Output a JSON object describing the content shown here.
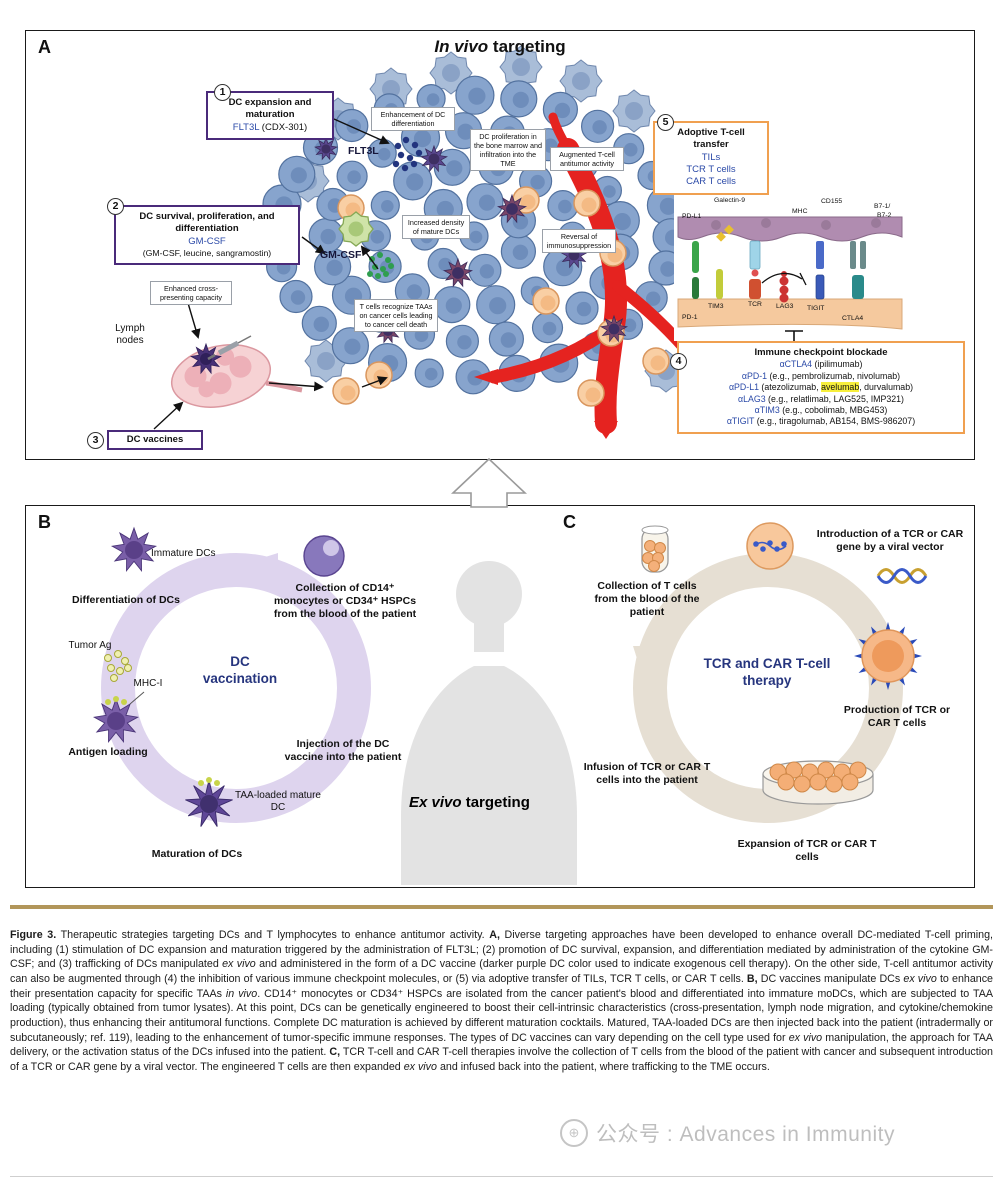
{
  "panelA": {
    "label": "A",
    "title": {
      "italic": "In vivo",
      "rest": " targeting"
    },
    "callout1": {
      "number": "1",
      "title": "DC expansion and maturation",
      "drug": "FLT3L",
      "suffix": " (CDX-301)"
    },
    "callout2": {
      "number": "2",
      "title": "DC survival, proliferation, and differentiation",
      "drug": "GM-CSF",
      "suffix": "(GM-CSF, leucine, sangramostin)"
    },
    "callout3": {
      "number": "3",
      "title": "DC vaccines"
    },
    "callout5": {
      "number": "5",
      "title": "Adoptive T-cell transfer",
      "items": [
        "TILs",
        "TCR T cells",
        "CAR T cells"
      ]
    },
    "callout4": {
      "number": "4",
      "title": "Immune checkpoint blockade",
      "items": [
        {
          "parts": [
            {
              "t": "αCTLA4",
              "c": "blue"
            },
            {
              "t": " (ipilimumab)"
            }
          ]
        },
        {
          "parts": [
            {
              "t": "αPD-1",
              "c": "blue"
            },
            {
              "t": " (e.g., pembrolizumab, nivolumab)"
            }
          ]
        },
        {
          "parts": [
            {
              "t": "αPD-L1",
              "c": "blue"
            },
            {
              "t": " (atezolizumab, "
            },
            {
              "t": "avelumab",
              "hl": true
            },
            {
              "t": ", durvalumab)"
            }
          ]
        },
        {
          "parts": [
            {
              "t": "αLAG3",
              "c": "blue"
            },
            {
              "t": " (e.g., relatlimab, LAG525, IMP321)"
            }
          ]
        },
        {
          "parts": [
            {
              "t": "αTIM3",
              "c": "blue"
            },
            {
              "t": " (e.g., cobolimab, MBG453)"
            }
          ]
        },
        {
          "parts": [
            {
              "t": "αTIGIT",
              "c": "blue"
            },
            {
              "t": " (e.g., tiragolumab, AB154, BMS-986207)"
            }
          ]
        }
      ]
    },
    "tme_labels": {
      "enhancement": "Enhancement of DC differentiation",
      "flt3l": "FLT3L",
      "proliferation": "DC proliferation in the bone marrow and infiltration into the TME",
      "augmented": "Augmented T-cell antitumor activity",
      "density": "Increased density of mature DCs",
      "gmcsf": "GM-CSF",
      "reversal": "Reversal of immunosuppression",
      "taa": "T cells recognize TAAs on cancer cells leading to cancer cell death",
      "cross": "Enhanced cross-presenting capacity",
      "lymph": "Lymph nodes"
    },
    "inset": {
      "galectin9": "Galectin-9",
      "pdl1": "PD-L1",
      "mhc": "MHC",
      "cd155": "CD155",
      "b71": "B7-1/",
      "b72": "B7-2",
      "pd1": "PD-1",
      "tim3": "TIM3",
      "tcr": "TCR",
      "lag3": "LAG3",
      "tigit": "TIGIT",
      "ctla4": "CTLA4"
    }
  },
  "panelB": {
    "label": "B",
    "immature": "Immature DCs",
    "differentiation": "Differentiation of DCs",
    "collection": "Collection of CD14⁺ monocytes or CD34⁺ HSPCs from the blood of the patient",
    "tumor_ag": "Tumor Ag",
    "mhc1": "MHC-I",
    "cycle": "DC vaccination",
    "antigen": "Antigen loading",
    "injection": "Injection of the DC vaccine into the patient",
    "taa_dc": "TAA-loaded mature DC",
    "maturation": "Maturation of DCs"
  },
  "panelC": {
    "label": "C",
    "collection": "Collection of T cells from the blood of the patient",
    "introduction": "Introduction of a TCR or CAR gene by a viral vector",
    "cycle": "TCR and CAR T-cell therapy",
    "production": "Production of TCR or CAR T cells",
    "infusion": "Infusion of TCR or CAR T cells into the patient",
    "expansion": "Expansion of TCR or CAR T cells"
  },
  "exvivo": {
    "italic": "Ex vivo",
    "rest": " targeting"
  },
  "caption": {
    "segments": [
      {
        "t": "Figure 3.",
        "b": 1
      },
      {
        "t": "   Therapeutic strategies targeting DCs and T lymphocytes to enhance antitumor activity. "
      },
      {
        "t": "A,",
        "b": 1
      },
      {
        "t": " Diverse targeting approaches have been developed to enhance overall DC-mediated T-cell priming, including (1) stimulation of DC expansion and maturation triggered by the administration of FLT3L; (2) promotion of DC survival, expansion, and differentiation mediated by administration of the cytokine GM-CSF; and (3) trafficking of DCs manipulated "
      },
      {
        "t": "ex vivo",
        "i": 1
      },
      {
        "t": " and administered in the form of a DC vaccine (darker purple DC color used to indicate exogenous cell therapy). On the other side, T-cell antitumor activity can also be augmented through (4) the inhibition of various immune checkpoint molecules, or (5) via adoptive transfer of TILs, TCR T cells, or CAR T cells. "
      },
      {
        "t": "B,",
        "b": 1
      },
      {
        "t": " DC vaccines manipulate DCs "
      },
      {
        "t": "ex vivo",
        "i": 1
      },
      {
        "t": " to enhance their presentation capacity for specific TAAs "
      },
      {
        "t": "in vivo",
        "i": 1
      },
      {
        "t": ". CD14⁺ monocytes or CD34⁺ HSPCs are isolated from the cancer patient's blood and differentiated into immature moDCs, which are subjected to TAA loading (typically obtained from tumor lysates). At this point, DCs can be genetically engineered to boost their cell-intrinsic characteristics (cross-presentation, lymph node migration, and cytokine/chemokine production), thus enhancing their antitumoral functions. Complete DC maturation is achieved by different maturation cocktails. Matured, TAA-loaded DCs are then injected back into the patient (intradermally or subcutaneously; ref. 119), leading to the enhancement of tumor-specific immune responses. The types of DC vaccines can vary depending on the cell type used for "
      },
      {
        "t": "ex vivo",
        "i": 1
      },
      {
        "t": " manipulation, the approach for TAA delivery, or the activation status of the DCs infused into the patient. "
      },
      {
        "t": "C,",
        "b": 1
      },
      {
        "t": " TCR T-cell and CAR T-cell therapies involve the collection of T cells from the blood of the patient with cancer and subsequent introduction of a TCR or CAR gene by a viral vector. The engineered T cells are then expanded "
      },
      {
        "t": "ex vivo",
        "i": 1
      },
      {
        "t": " and infused back into the patient, where trafficking to the TME occurs."
      }
    ]
  },
  "watermark": {
    "prefix": "公众号",
    "sep": ":",
    "text": "Advances in Immunity"
  },
  "colors": {
    "purple_border": "#4a2a7a",
    "orange_border": "#f0a050",
    "drug_blue": "#2b4aa8",
    "highlight_yellow": "#f7ef3c",
    "rule_brown": "#b2965a",
    "cycle_navy": "#26357e",
    "vessel_red": "#e52320",
    "tumor_cell_blue": "#87a4cd",
    "tcell_orange": "#f9cfa4",
    "dc_purple": "#5a4890"
  }
}
